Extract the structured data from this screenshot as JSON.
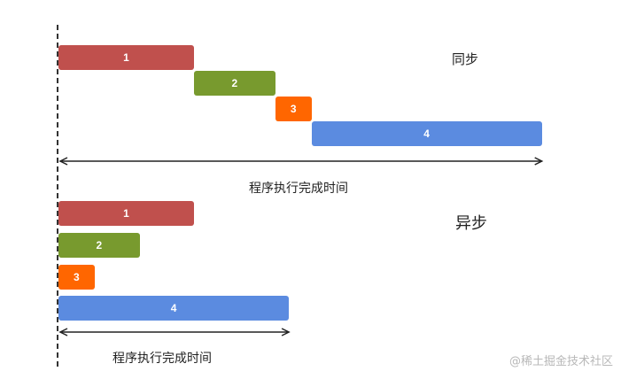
{
  "colors": {
    "task1": "#c0504d",
    "task2": "#789a2e",
    "task3": "#ff6600",
    "task4": "#5b8be0",
    "start_line": "#333333",
    "arrow": "#222222"
  },
  "sync": {
    "title": "同步",
    "duration_label": "程序执行完成时间",
    "tasks": [
      {
        "label": "1",
        "start": 0,
        "end": 3,
        "color_key": "task1"
      },
      {
        "label": "2",
        "start": 3,
        "end": 4.8,
        "color_key": "task2"
      },
      {
        "label": "3",
        "start": 4.8,
        "end": 5.6,
        "color_key": "task3"
      },
      {
        "label": "4",
        "start": 5.6,
        "end": 10.7,
        "color_key": "task4"
      }
    ]
  },
  "async": {
    "title": "异步",
    "duration_label": "程序执行完成时间",
    "tasks": [
      {
        "label": "1",
        "start": 0,
        "end": 3,
        "color_key": "task1"
      },
      {
        "label": "2",
        "start": 0,
        "end": 1.8,
        "color_key": "task2"
      },
      {
        "label": "3",
        "start": 0,
        "end": 0.8,
        "color_key": "task3"
      },
      {
        "label": "4",
        "start": 0,
        "end": 5.1,
        "color_key": "task4"
      }
    ]
  },
  "watermark": "@稀土掘金技术社区"
}
